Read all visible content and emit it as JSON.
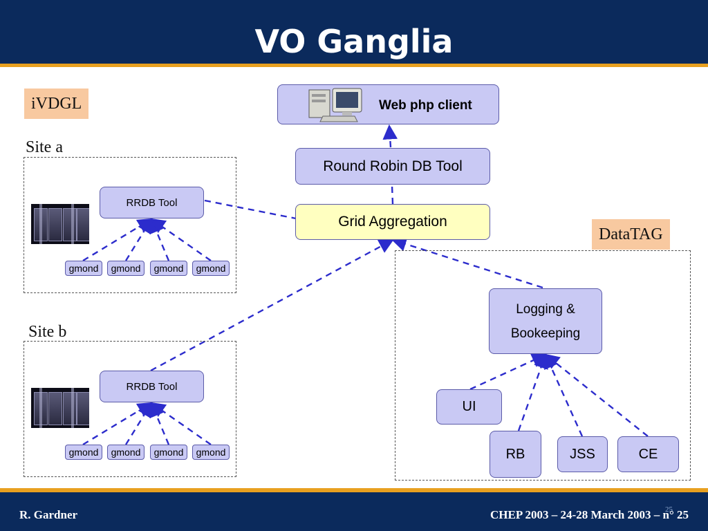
{
  "slide": {
    "title": "VO Ganglia",
    "footer_left": "R. Gardner",
    "footer_right": "CHEP 2003 – 24-28 March 2003  – n° 25",
    "footer_small": "25"
  },
  "tags": {
    "ivdgl": "iVDGL",
    "datatag": "DataTAG"
  },
  "sites": [
    {
      "label": "Site a",
      "rrdb": "RRDB Tool",
      "gmonds": [
        "gmond",
        "gmond",
        "gmond",
        "gmond"
      ]
    },
    {
      "label": "Site b",
      "rrdb": "RRDB Tool",
      "gmonds": [
        "gmond",
        "gmond",
        "gmond",
        "gmond"
      ]
    }
  ],
  "nodes": {
    "web_client": "Web php client",
    "round_robin": "Round Robin DB Tool",
    "grid_aggregation": "Grid Aggregation",
    "logging_line1": "Logging &",
    "logging_line2": "Bookeeping",
    "ui": "UI",
    "rb": "RB",
    "jss": "JSS",
    "ce": "CE"
  },
  "colors": {
    "header": "#0b2a5c",
    "accent": "#e8a020",
    "node_fill": "#c9c9f4",
    "highlight_fill": "#ffffc0",
    "tag_fill": "#f8c9a0",
    "edge": "#2c2ccc"
  },
  "icons": {
    "client": "computer-icon",
    "cluster": "server-rack-icon"
  }
}
